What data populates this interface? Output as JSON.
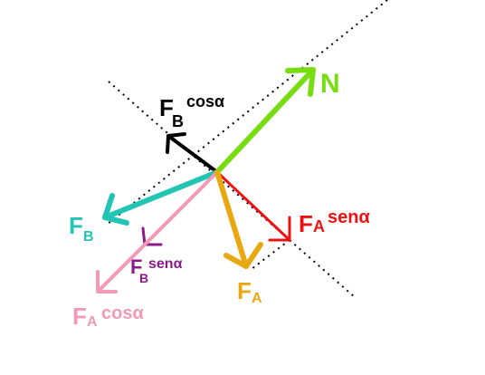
{
  "labels": {
    "normal": "N",
    "fb_cos": "F",
    "fb_cos_sub": "B",
    "fb_cos_trig": "cosα",
    "fb": "F",
    "fb_sub": "B",
    "fb_sin": "F",
    "fb_sin_sub": "B",
    "fb_sin_trig": "senα",
    "fa_sin": "F",
    "fa_sin_sub": "A",
    "fa_sin_trig": "senα",
    "fa": "F",
    "fa_sub": "A",
    "fa_cos": "F",
    "fa_cos_sub": "A",
    "fa_cos_trig": "cosα",
    "perpendicular": "L"
  },
  "colors": {
    "normal": "#77dd11",
    "fb": "#22c4b4",
    "fb_cos": "#000000",
    "fb_sin": "#8b1a8b",
    "fa": "#e8a812",
    "fa_sin": "#ee1111",
    "fa_cos": "#f29ab6",
    "axes": "#000000"
  }
}
